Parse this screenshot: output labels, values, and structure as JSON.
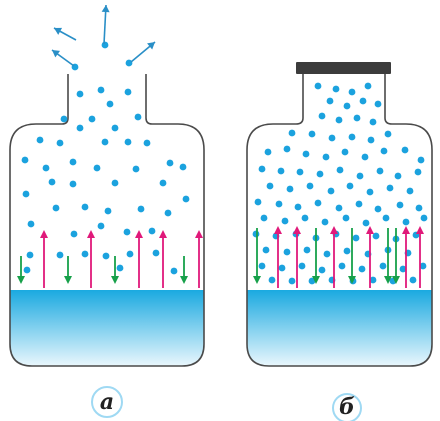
{
  "colors": {
    "outline": "#4a4a4a",
    "liquid_top": "#1aa9e0",
    "liquid_bottom": "#eaf7fd",
    "molecule": "#1ba2de",
    "arrow_up": "#e0197a",
    "arrow_down": "#17a04a",
    "lid": "#3c3c3c",
    "caption_circle": "#9fd9f3"
  },
  "panels": [
    {
      "id": "open",
      "caption": "а",
      "lid": false,
      "arrows": [
        {
          "dir": "down"
        },
        {
          "dir": "up"
        },
        {
          "dir": "down"
        },
        {
          "dir": "up"
        },
        {
          "dir": "down"
        },
        {
          "dir": "up"
        },
        {
          "dir": "up"
        },
        {
          "dir": "down"
        },
        {
          "dir": "up"
        }
      ]
    },
    {
      "id": "closed",
      "caption": "б",
      "lid": true,
      "arrows": [
        {
          "dir": "down"
        },
        {
          "dir": "up"
        },
        {
          "dir": "up"
        },
        {
          "dir": "down"
        },
        {
          "dir": "up"
        },
        {
          "dir": "down"
        },
        {
          "dir": "up"
        },
        {
          "dir": "down"
        },
        {
          "dir": "up"
        },
        {
          "dir": "up"
        },
        {
          "dir": "down"
        }
      ]
    }
  ]
}
